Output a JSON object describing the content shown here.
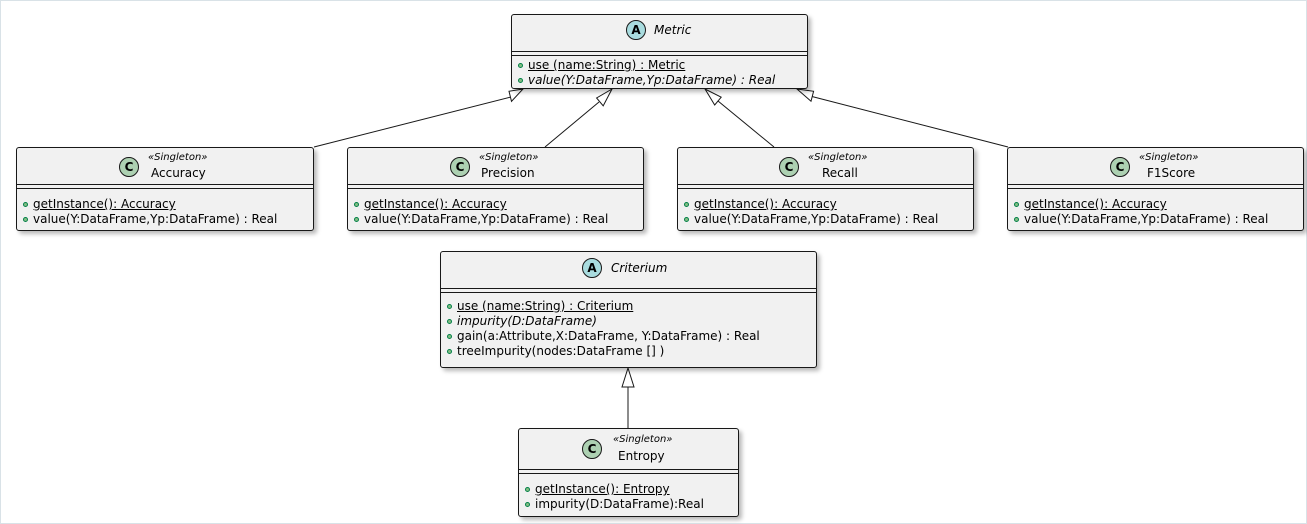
{
  "diagram": {
    "classes": {
      "metric": {
        "kind": "A",
        "name": "Metric",
        "members": [
          {
            "text": "use (name:String) : Metric",
            "static": true,
            "abstract": false
          },
          {
            "text": "value(Y:DataFrame,Yp:DataFrame) : Real",
            "static": false,
            "abstract": true
          }
        ]
      },
      "accuracy": {
        "kind": "C",
        "stereotype": "«Singleton»",
        "name": "Accuracy",
        "members": [
          {
            "text": "getInstance(): Accuracy",
            "static": true
          },
          {
            "text": "value(Y:DataFrame,Yp:DataFrame) : Real",
            "static": false
          }
        ]
      },
      "precision": {
        "kind": "C",
        "stereotype": "«Singleton»",
        "name": "Precision",
        "members": [
          {
            "text": "getInstance(): Accuracy",
            "static": true
          },
          {
            "text": "value(Y:DataFrame,Yp:DataFrame) : Real",
            "static": false
          }
        ]
      },
      "recall": {
        "kind": "C",
        "stereotype": "«Singleton»",
        "name": "Recall",
        "members": [
          {
            "text": "getInstance(): Accuracy",
            "static": true
          },
          {
            "text": "value(Y:DataFrame,Yp:DataFrame) : Real",
            "static": false
          }
        ]
      },
      "f1score": {
        "kind": "C",
        "stereotype": "«Singleton»",
        "name": "F1Score",
        "members": [
          {
            "text": "getInstance(): Accuracy",
            "static": true
          },
          {
            "text": "value(Y:DataFrame,Yp:DataFrame) : Real",
            "static": false
          }
        ]
      },
      "criterium": {
        "kind": "A",
        "name": "Criterium",
        "members": [
          {
            "text": "use (name:String) : Criterium",
            "static": true,
            "abstract": false
          },
          {
            "text": "impurity(D:DataFrame)",
            "static": false,
            "abstract": true
          },
          {
            "text": "gain(a:Attribute,X:DataFrame, Y:DataFrame) : Real",
            "static": false,
            "abstract": false
          },
          {
            "text": "treeImpurity(nodes:DataFrame [] )",
            "static": false,
            "abstract": false
          }
        ]
      },
      "entropy": {
        "kind": "C",
        "stereotype": "«Singleton»",
        "name": "Entropy",
        "members": [
          {
            "text": "getInstance(): Entropy",
            "static": true
          },
          {
            "text": "impurity(D:DataFrame):Real",
            "static": false
          }
        ]
      }
    },
    "relations": [
      {
        "from": "Accuracy",
        "to": "Metric",
        "type": "inheritance"
      },
      {
        "from": "Precision",
        "to": "Metric",
        "type": "inheritance"
      },
      {
        "from": "Recall",
        "to": "Metric",
        "type": "inheritance"
      },
      {
        "from": "F1Score",
        "to": "Metric",
        "type": "inheritance"
      },
      {
        "from": "Entropy",
        "to": "Criterium",
        "type": "inheritance"
      }
    ],
    "colors": {
      "class_fill": "#f1f1f1",
      "abstract_badge": "#a9dcdf",
      "class_badge": "#add1b2",
      "member_dot": "#84be84",
      "line": "#181818"
    }
  }
}
